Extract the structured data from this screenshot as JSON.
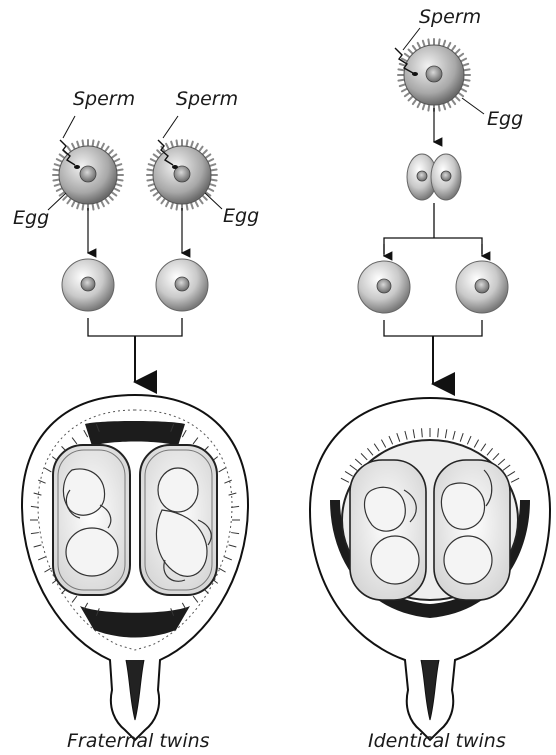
{
  "fraternal": {
    "sperm_label_1": "Sperm",
    "sperm_label_2": "Sperm",
    "egg_label_1": "Egg",
    "egg_label_2": "Egg",
    "caption": "Fraternal twins"
  },
  "identical": {
    "sperm_label": "Sperm",
    "egg_label": "Egg",
    "caption": "Identical twins"
  }
}
